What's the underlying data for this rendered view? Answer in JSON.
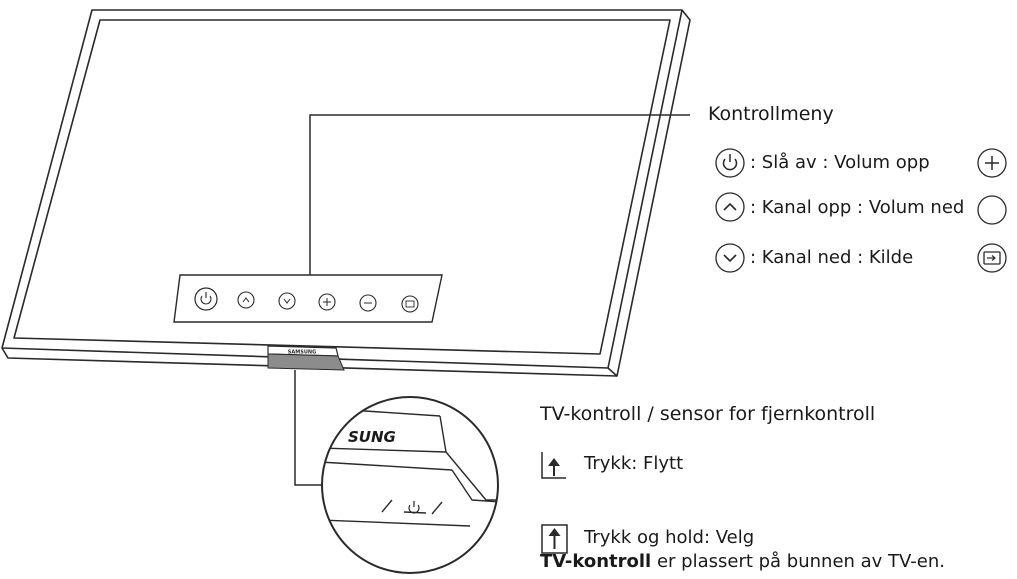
{
  "brand": "SAMSUNG",
  "brand_zoom": "SUNG",
  "control_menu": {
    "title": "Kontrollmeny",
    "items": [
      {
        "icon": "power-icon",
        "text": ": Slå av : Volum opp",
        "icon_right": "plus-icon"
      },
      {
        "icon": "chevron-up-icon",
        "text": ": Kanal opp : Volum ned",
        "icon_right": "minus-icon"
      },
      {
        "icon": "chevron-down-icon",
        "text": ": Kanal ned : Kilde",
        "icon_right": "source-icon"
      }
    ]
  },
  "tv_control": {
    "title": "TV-kontroll / sensor for fjernkontroll",
    "press_move": "Trykk: Flytt",
    "press_hold_select": "Trykk og hold: Velg",
    "note_bold": "TV-kontroll",
    "note_rest": " er plassert på bunnen av TV-en."
  },
  "colors": {
    "line": "#2a2a2a",
    "text": "#1a1a1a",
    "shade": "#8c8c8c"
  }
}
